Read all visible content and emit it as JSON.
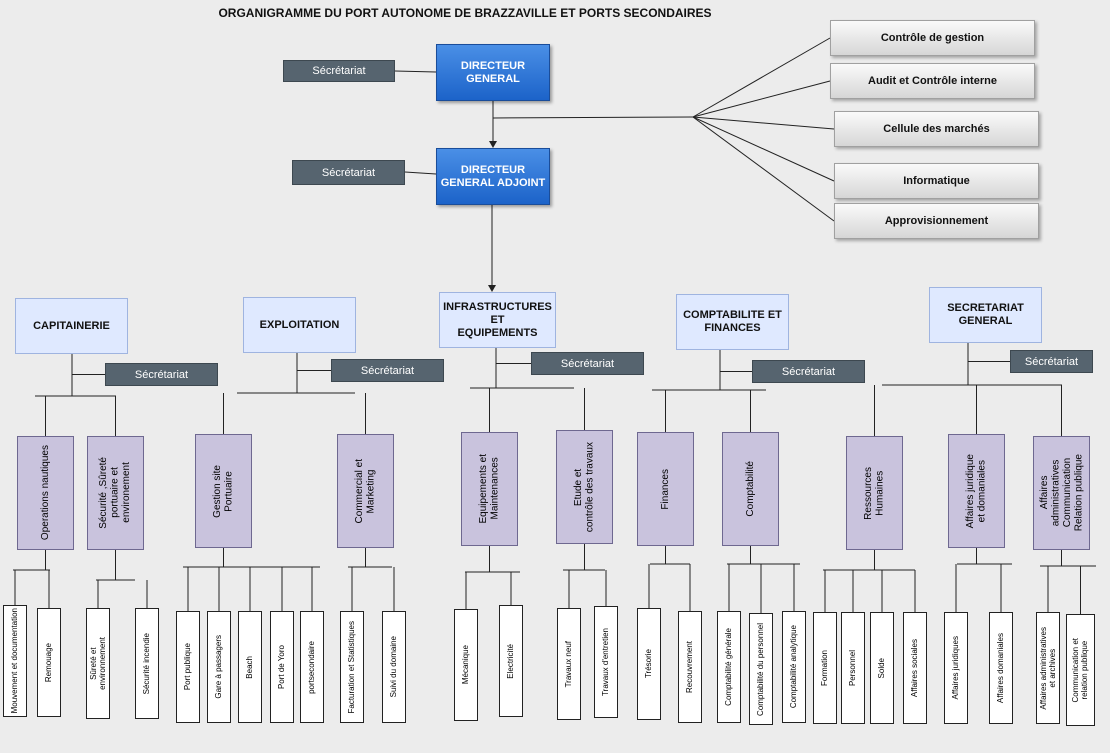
{
  "title": "ORGANIGRAMME DU PORT AUTONOME DE BRAZZAVILLE ET PORTS SECONDAIRES",
  "secretariat_label": "Sécrétariat",
  "director": {
    "label": "DIRECTEUR\nGENERAL"
  },
  "deputy": {
    "label": "DIRECTEUR\nGENERAL ADJOINT"
  },
  "staff_units": [
    "Contrôle de gestion",
    "Audit et Contrôle interne",
    "Cellule des marchés",
    "Informatique",
    "Approvisionnement"
  ],
  "departments": [
    {
      "label": "CAPITAINERIE",
      "services": [
        {
          "label": "Operations nautiques",
          "units": [
            "Mouvement et documentation",
            "Remouage"
          ]
        },
        {
          "label": "Sécurité ,Sûreté\nportuaire et\nenvironement",
          "units": [
            "Sûreté et\nenvironnement",
            "Sécurité incendie"
          ]
        }
      ]
    },
    {
      "label": "EXPLOITATION",
      "services": [
        {
          "label": "Gestion site\nPortuaire",
          "units": [
            "Port publique",
            "Gare à passagers",
            "Beach",
            "Port de Yoro",
            "portsecondaire"
          ]
        },
        {
          "label": "Commercial et\nMarketing",
          "units": [
            "Facturation et Statistiques",
            "Suivi du domaine"
          ]
        }
      ]
    },
    {
      "label": "INFRASTRUCTURES\nET\nEQUIPEMENTS",
      "services": [
        {
          "label": "Equipements et\nMaintenances",
          "units": [
            "Mécanique",
            "Electricité"
          ]
        },
        {
          "label": "Etude et\ncontrôle des travaux",
          "units": [
            "Travaux neuf",
            "Travaux d'entretien"
          ]
        }
      ]
    },
    {
      "label": "COMPTABILITE ET\nFINANCES",
      "services": [
        {
          "label": "Finances",
          "units": [
            "Trésorie",
            "Recouvrement"
          ]
        },
        {
          "label": "Comptabilité",
          "units": [
            "Comptabilité générale",
            "Comptabilité du personnel",
            "Comptabilité analytique"
          ]
        }
      ]
    },
    {
      "label": "SECRETARIAT\nGENERAL",
      "services": [
        {
          "label": "Ressources\nHumaines",
          "units": [
            "Formation",
            "Personnel",
            "Solde",
            "Affaires sociales"
          ]
        },
        {
          "label": "Affaires juridique\net domaniales",
          "units": [
            "Affaires juridiques",
            "Affaires domaniales"
          ]
        },
        {
          "label": "Affaires\nadministratives\nCommunication\nRelation publique",
          "units": [
            "Affaires administratives\net archives",
            "Communication et\nrelation publique"
          ]
        }
      ]
    }
  ]
}
